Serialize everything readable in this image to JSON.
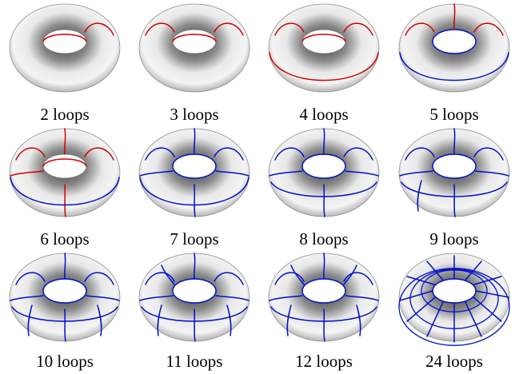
{
  "panels": [
    {
      "label": "2 loops"
    },
    {
      "label": "3 loops"
    },
    {
      "label": "4 loops"
    },
    {
      "label": "5 loops"
    },
    {
      "label": "6 loops"
    },
    {
      "label": "7 loops"
    },
    {
      "label": "8 loops"
    },
    {
      "label": "9 loops"
    },
    {
      "label": "10 loops"
    },
    {
      "label": "11 loops"
    },
    {
      "label": "12 loops"
    },
    {
      "label": "24 loops"
    }
  ],
  "colors": {
    "red_loop": "#d00000",
    "blue_loop": "#0010c8",
    "surface_light": "#ffffff",
    "surface_dark": "#5a5a5a"
  }
}
